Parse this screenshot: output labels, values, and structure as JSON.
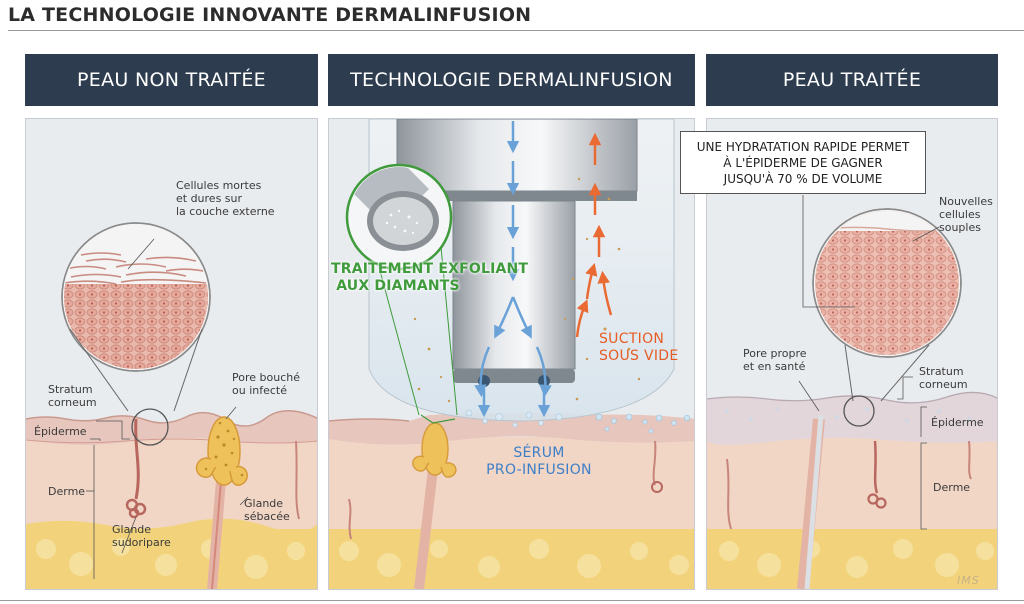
{
  "page": {
    "title": "LA TECHNOLOGIE INNOVANTE DERMALINFUSION",
    "signature": "IMS"
  },
  "colors": {
    "header_bg": "#2d3d4f",
    "header_text": "#ffffff",
    "epidermis": "#e7c6bd",
    "dermis": "#f1d6c6",
    "fat": "#f2d37c",
    "exfoliant_green": "#3f9b3c",
    "suction_orange": "#e65c24",
    "serum_blue": "#3d7fc8"
  },
  "panels": {
    "untreated": {
      "header": "PEAU NON TRAITÉE",
      "labels": {
        "dead_cells": "Cellules mortes\net dures sur\nla couche externe",
        "clogged_pore": "Pore bouché\nou infecté",
        "stratum_corneum": "Stratum\ncorneum",
        "epidermis": "Épiderme",
        "dermis": "Derme",
        "sweat_gland": "Glande\nsudoripare",
        "sebaceous_gland": "Glande\nsébacée"
      }
    },
    "technology": {
      "header": "TECHNOLOGIE DERMALINFUSION",
      "labels": {
        "diamond_exfoliation": "TRAITEMENT EXFOLIANT\nAUX DIAMANTS",
        "vacuum_suction": "SUCTION\nSOUS VIDE",
        "serum": "SÉRUM\nPRO-INFUSION"
      }
    },
    "treated": {
      "header": "PEAU TRAITÉE",
      "callout": "UNE HYDRATATION RAPIDE PERMET\nÀ L'ÉPIDERME DE GAGNER\nJUSQU'À 70 % DE VOLUME",
      "labels": {
        "new_cells": "Nouvelles\ncellules\nsouples",
        "clean_pore": "Pore propre\net en santé",
        "stratum_corneum": "Stratum\ncorneum",
        "epidermis": "Épiderme",
        "dermis": "Derme"
      }
    }
  }
}
